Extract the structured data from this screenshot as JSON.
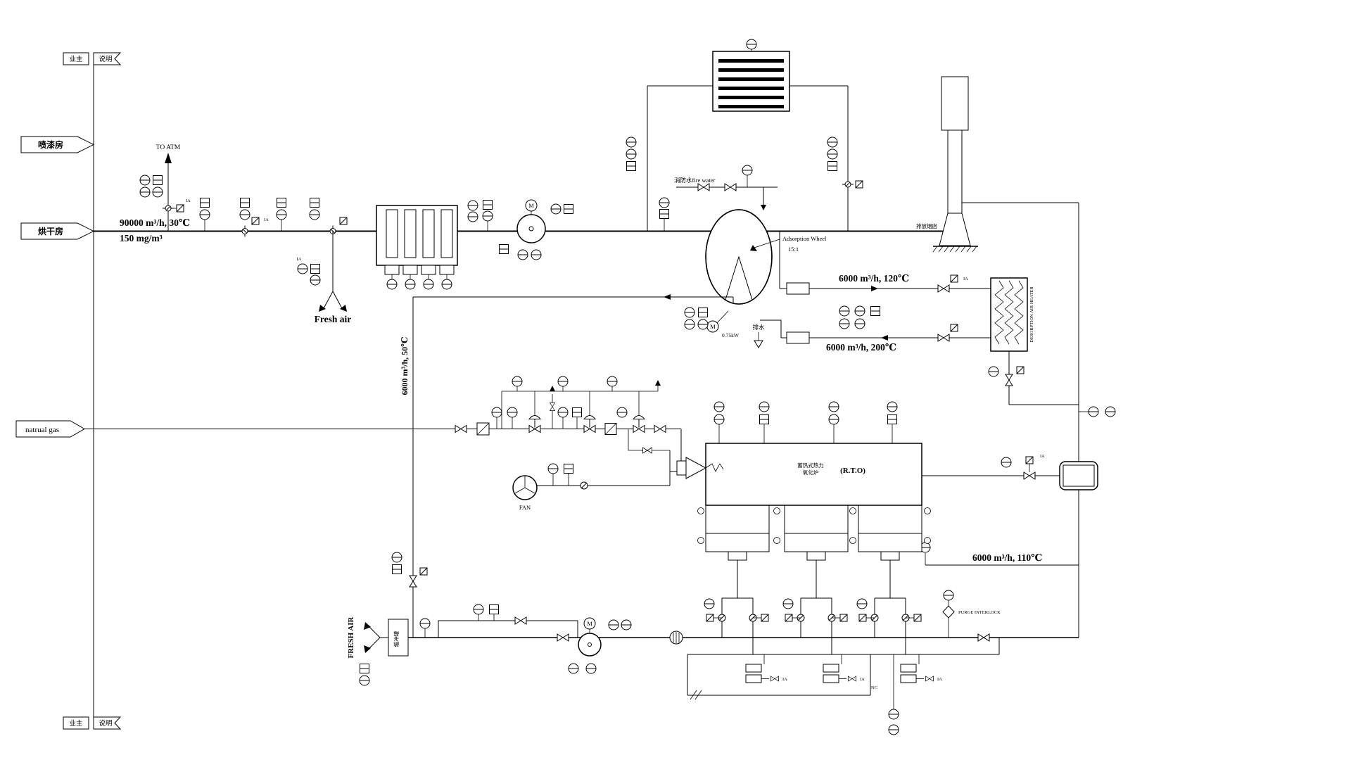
{
  "colors": {
    "ink": "#000000",
    "bg": "#ffffff"
  },
  "border": {
    "owner": "业主",
    "note": "说明"
  },
  "sources": {
    "paint_booth": "喷漆房",
    "drying_room": "烘干房",
    "natural_gas": "natrual gas"
  },
  "flows": {
    "main_rate": "90000 m³/h, 30℃",
    "main_conc": "150 mg/m³",
    "desorb_50": "6000 m³/h, 50℃",
    "desorb_120": "6000 m³/h, 120℃",
    "desorb_200": "6000 m³/h, 200℃",
    "rto_out_110": "6000 m³/h, 110℃"
  },
  "equipment": {
    "adsorption_wheel": "Adsorption Wheel",
    "wheel_ratio": "15:1",
    "motor": "M",
    "wheel_motor_power": "0.75kW",
    "drain": "排水",
    "rto_cn_1": "蓄热式热力",
    "rto_cn_2": "氧化炉",
    "rto_en": "(R.T.O)",
    "combustion_fan": "FAN",
    "desorption_heater": "DESORPTION AIR HEATER",
    "buffer_tank": "缓冲罐",
    "stack": "排放烟囱"
  },
  "annotations": {
    "to_atm": "TO ATM",
    "fresh_air": "Fresh air",
    "fresh_air_caps": "FRESH AIR",
    "fire_water": "消防水fire water",
    "purge_interlock": "PURGE INTERLOCK",
    "ia": "IA",
    "nc": "NC"
  }
}
